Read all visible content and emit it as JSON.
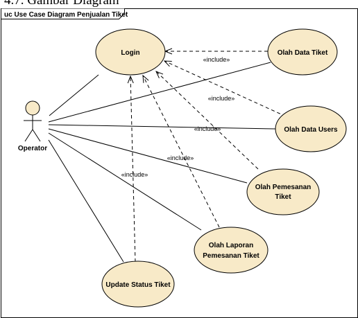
{
  "caption": "4.7. Gambar Diagram",
  "frame_title": "uc Use Case Diagram Penjualan Tiket",
  "actor": {
    "name": "Operator"
  },
  "use_cases": {
    "login": [
      "Login"
    ],
    "olah_data_tiket": [
      "Olah Data Tiket"
    ],
    "olah_data_users": [
      "Olah Data Users"
    ],
    "olah_pemesanan_tiket": [
      "Olah Pemesanan",
      "Tiket"
    ],
    "olah_laporan": [
      "Olah Laporan",
      "Pemesanan Tiket"
    ],
    "update_status": [
      "Update Status Tiket"
    ]
  },
  "include_label": "«include»",
  "colors": {
    "usecase_fill": "#f8eac8",
    "line": "#000000"
  }
}
